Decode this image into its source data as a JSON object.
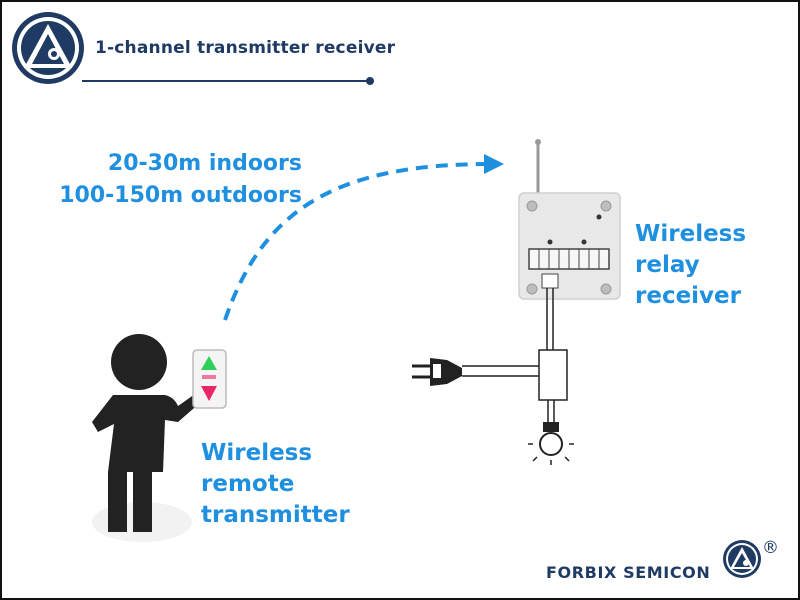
{
  "header": {
    "title": "1-channel transmitter receiver",
    "logo_icon": "brand-triangle-logo-icon"
  },
  "range": {
    "indoor": "20-30m indoors",
    "outdoor": "100-150m outdoors"
  },
  "transmitter": {
    "line1": "Wireless",
    "line2": "remote",
    "line3": "transmitter"
  },
  "receiver": {
    "line1": "Wireless",
    "line2": "relay",
    "line3": "receiver"
  },
  "footer": {
    "brand": "FORBIX SEMICON",
    "registered": "®"
  },
  "colors": {
    "accent_blue": "#1f8fe0",
    "brand_navy": "#1f3b63",
    "button_up": "#2fcf5a",
    "button_down": "#e8266a"
  }
}
